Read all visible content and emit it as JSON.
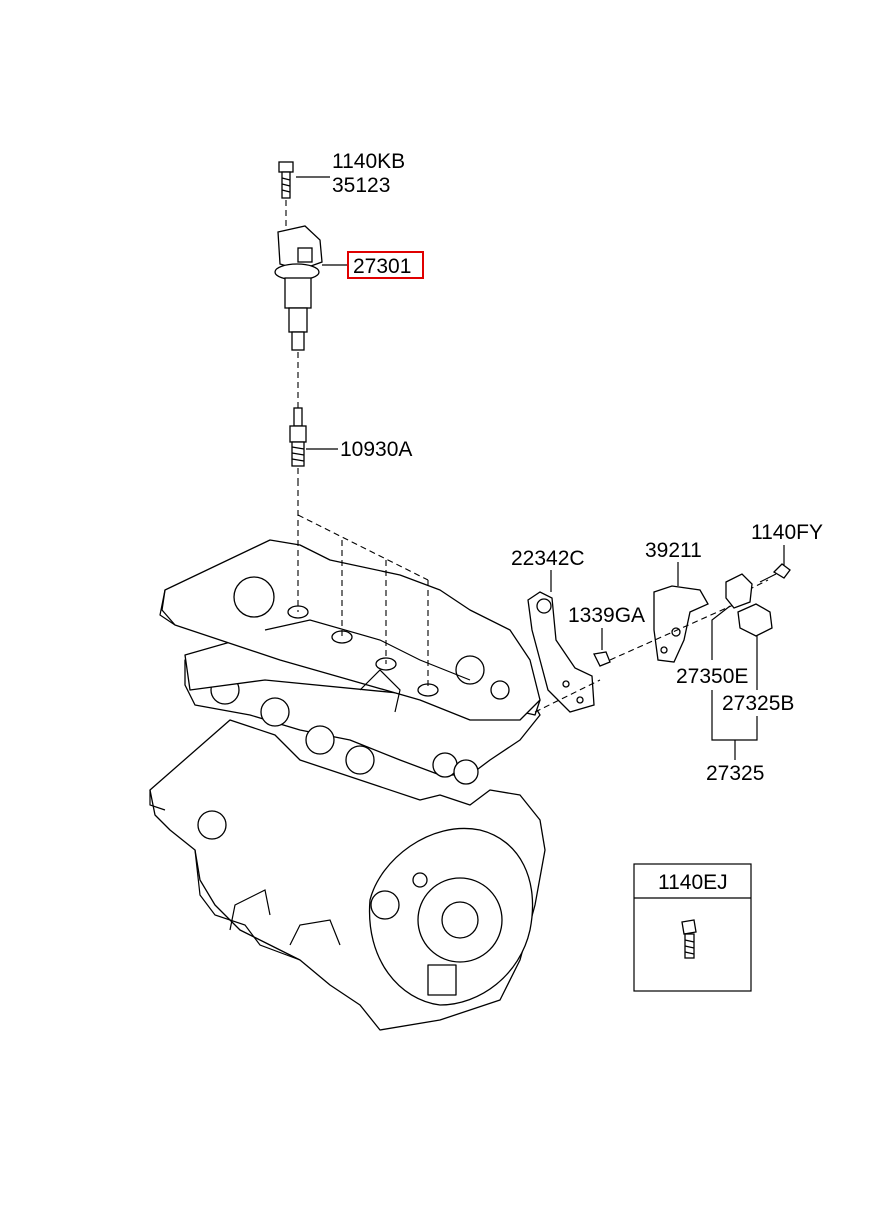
{
  "diagram": {
    "highlight_color": "#e00000",
    "labels": {
      "l1140KB": "1140KB",
      "l35123": "35123",
      "l27301": "27301",
      "l10930A": "10930A",
      "l22342C": "22342C",
      "l39211": "39211",
      "l1140FY": "1140FY",
      "l1339GA": "1339GA",
      "l27350E": "27350E",
      "l27325B": "27325B",
      "l27325": "27325"
    },
    "inset": {
      "title": "1140EJ"
    }
  }
}
